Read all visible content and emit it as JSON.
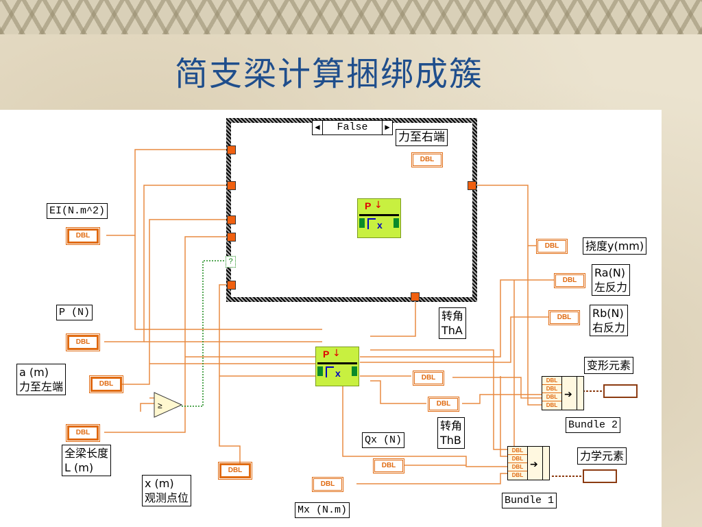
{
  "slide": {
    "title": "简支梁计算捆绑成簇"
  },
  "case_structure": {
    "selector_value": "False",
    "left_arrow": "◀",
    "right_arrow": "▶"
  },
  "labels": {
    "ei": "EI(N.m^2)",
    "p": "P (N)",
    "a": "a (m)\n力至左端",
    "l": "全梁长度\n L (m)",
    "x": "x (m)\n观测点位",
    "force_to_right": "力至右端",
    "deflection": "挠度y(mm)",
    "ra": "Ra(N)\n左反力",
    "rb": "Rb(N)\n右反力",
    "rot_a": "转角\nThA",
    "rot_b": "转角\nThB",
    "qx": "Qx (N)",
    "mx": "Mx (N.m)",
    "deform_cluster": "变形元素",
    "mech_cluster": "力学元素",
    "bundle2": "Bundle 2",
    "bundle1": "Bundle 1"
  },
  "terminals": {
    "dbl": "DBL",
    "cluster": ""
  },
  "subvi": {
    "p_label": "P",
    "down_arrow": "↓",
    "x_label": "x"
  },
  "coerce": "?",
  "bundle_slots": [
    "DBL",
    "DBL",
    "DBL",
    "DBL"
  ],
  "colors": {
    "title": "#1f4e8c",
    "wire": "#e88a40",
    "dbl_border": "#e06a10",
    "subvi_bg": "#c8f040",
    "cluster_wire": "#8b3a10"
  }
}
